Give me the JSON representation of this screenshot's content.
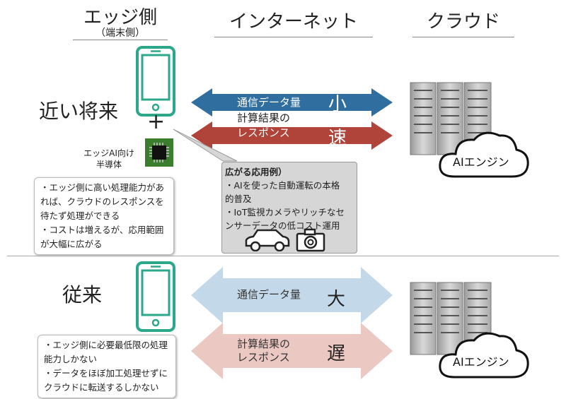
{
  "headers": {
    "edge": "エッジ側",
    "edge_sub": "（端末側）",
    "internet": "インターネット",
    "cloud": "クラウド"
  },
  "near_future": {
    "label": "近い将来",
    "plus": "+",
    "chip_label_1": "エッジAI向け",
    "chip_label_2": "半導体",
    "arrow_top_text": "通信データ量",
    "arrow_top_char": "小",
    "arrow_bottom_line1": "計算結果の",
    "arrow_bottom_line2": "レスポンス",
    "arrow_bottom_char": "速",
    "note_lines": [
      "・エッジ側に高い処理能力があ",
      "れば、クラウドのレスポンスを",
      "待たず処理ができる",
      "・コストは増えるが、応用範囲",
      "が大幅に広がる"
    ],
    "callout_title": "広がる応用例）",
    "callout_lines": [
      "・AIを使った自動運転の本格",
      "的普及",
      "・IoT監視カメラやリッチなセ",
      "ンサーデータの低コスト運用"
    ],
    "ai_engine": "AIエンジン"
  },
  "conventional": {
    "label": "従来",
    "arrow_top_text": "通信データ量",
    "arrow_top_char": "大",
    "arrow_bottom_line1": "計算結果の",
    "arrow_bottom_line2": "レスポンス",
    "arrow_bottom_char": "遅",
    "note_lines": [
      "・エッジ側に必要最低限の処理",
      "能力しかない",
      "・データをほぼ加工処理せずに",
      "クラウドに転送するしかない"
    ],
    "ai_engine": "AIエンジン"
  },
  "icons": {
    "phone": "smartphone-icon",
    "chip": "chip-icon",
    "server": "server-rack-icon",
    "cloud": "cloud-icon",
    "car": "car-icon",
    "camera": "camera-icon"
  },
  "colors": {
    "phone": "#2aa889",
    "arrow_blue": "#2f6e9e",
    "arrow_red": "#b0433a",
    "arrow_light_blue": "#c3d9ea",
    "arrow_light_red": "#ecc8c3",
    "callout_bg": "#d6d6d6",
    "chip_green": "#3a7d2c"
  }
}
